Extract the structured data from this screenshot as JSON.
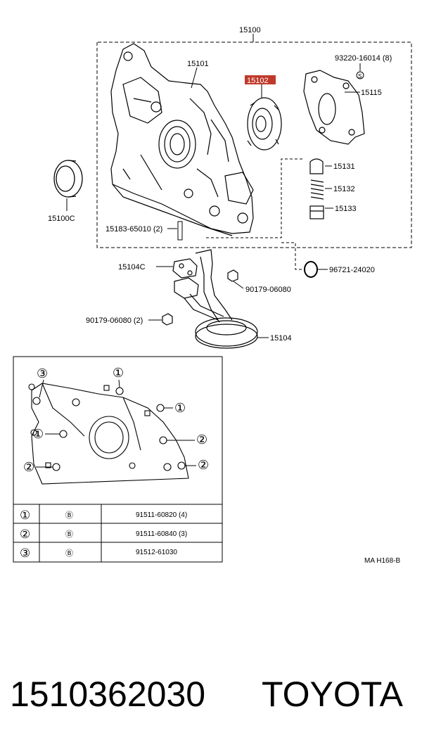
{
  "diagram": {
    "labels": {
      "assembly": "15100",
      "cover": "15101",
      "highlighted_part": "15102",
      "bolt_top": "93220-16014 (8)",
      "gasket_plate": "15115",
      "plug": "15131",
      "spring": "15132",
      "plug_nut": "15133",
      "seal": "15100C",
      "stud": "15183-65010 (2)",
      "gasket": "15104C",
      "nut_right": "90179-06080",
      "o_ring": "96721-24020",
      "nut_left": "90179-06080 (2)",
      "strainer": "15104"
    },
    "bolt_table": {
      "rows": [
        {
          "num": "①",
          "mark": "Ⓑ",
          "part": "91511-60820 (4)"
        },
        {
          "num": "②",
          "mark": "Ⓑ",
          "part": "91511-60840 (3)"
        },
        {
          "num": "③",
          "mark": "Ⓑ",
          "part": "91512-61030"
        }
      ]
    },
    "inset_callouts": {
      "c1": "①",
      "c2": "②",
      "c3": "③"
    },
    "figure_code": "MA H168-B",
    "highlight_color": "#c0392b"
  },
  "footer": {
    "part_number": "1510362030",
    "brand": "TOYOTA"
  }
}
